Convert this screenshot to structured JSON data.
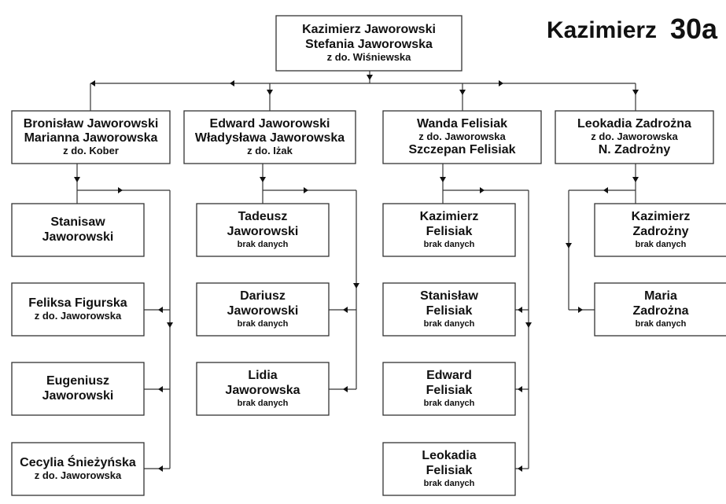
{
  "header": {
    "name": "Kazimierz",
    "number": "30a"
  },
  "root": {
    "line1": "Kazimierz Jaworowski",
    "line2": "Stefania Jaworowska",
    "line3": "z do. Wiśniewska"
  },
  "families": [
    {
      "line1": "Bronisław Jaworowski",
      "line2": "Marianna Jaworowska",
      "line3": "z  do.  Kober",
      "children": [
        {
          "line1": "Stanisaw",
          "line2": "Jaworowski"
        },
        {
          "line1": "Feliksa Figurska",
          "line2": "z do. Jaworowska"
        },
        {
          "line1": "Eugeniusz",
          "line2": "Jaworowski"
        },
        {
          "line1": "Cecylia Śnieżyńska",
          "line2": "z  do.  Jaworowska"
        }
      ]
    },
    {
      "line1": "Edward Jaworowski",
      "line2": "Władysława Jaworowska",
      "line3": "z  do.  Iżak",
      "children": [
        {
          "line1": "Tadeusz",
          "line2": "Jaworowski",
          "note": "brak danych"
        },
        {
          "line1": "Dariusz",
          "line2": "Jaworowski",
          "note": "brak danych"
        },
        {
          "line1": "Lidia",
          "line2": "Jaworowska",
          "note": "brak danych"
        }
      ]
    },
    {
      "line1": "Wanda  Felisiak",
      "line2": "z do. Jaworowska",
      "line3": "Szczepan  Felisiak",
      "children": [
        {
          "line1": "Kazimierz",
          "line2": "Felisiak",
          "note": "brak danych"
        },
        {
          "line1": "Stanisław",
          "line2": "Felisiak",
          "note": "brak danych"
        },
        {
          "line1": "Edward",
          "line2": "Felisiak",
          "note": "brak danych"
        },
        {
          "line1": "Leokadia",
          "line2": "Felisiak",
          "note": "brak danych"
        }
      ]
    },
    {
      "line1": "Leokadia Zadrożna",
      "line2": "z do. Jaworowska",
      "line3": "N.  Zadrożny",
      "children": [
        {
          "line1": "Kazimierz",
          "line2": "Zadrożny",
          "note": "brak danych"
        },
        {
          "line1": "Maria",
          "line2": "Zadrożna",
          "note": "brak danych"
        }
      ]
    }
  ]
}
